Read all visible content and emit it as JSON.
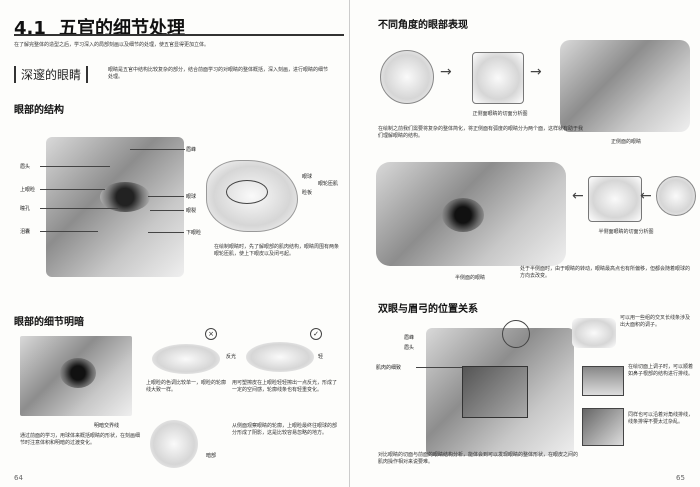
{
  "left": {
    "section_number": "4.1",
    "section_title": "五官的细节处理",
    "intro": "在了解完整体的造型之后，学习深入的局部刻画以及细节的处理，使五官显得更加立体。",
    "deep_eye_title": "深邃的眼睛",
    "deep_eye_text": "眼睛是五官中结构比较复杂的部分，结合前面学习的对眼睛的整体概括，深入刻画，进行眼睛的细节处理。",
    "structure_title": "眼部的结构",
    "structure_labels": [
      "眉峰",
      "眉头",
      "上眼睑",
      "瞳孔",
      "泪囊",
      "眼球",
      "眼裂",
      "下眼睑"
    ],
    "side_labels": [
      "眼球",
      "眼轮匝肌",
      "睑板"
    ],
    "side_text": "在绘制眼睛时，先了解眼部的肌肉结构，眼睛周围有两条眼轮匝肌，使上下眼皮以及闭弓起。",
    "detail_title": "眼部的细节明暗",
    "detail_labels": [
      "明暗交界线",
      "反光",
      "轻",
      "暗部"
    ],
    "detail_text_1": "通过前面的学习，用球体来概括眼睛的形状，在刻画细节时注意体积和明暗的过渡变化。",
    "detail_text_2": "上眼睑的色调比较单一，眼睑的轮廓线大致一样。",
    "detail_text_3": "用可塑擦皮在上眼睑轻轻擦出一点反光，形成了一定的空间感，轮廓线条也有轻重变化。",
    "detail_text_4": "从侧面观察眼睛的轮廓，上眼睑最终往眼球的部分形成了阴影，这是比较容易忽略的地方。",
    "page_number": "64"
  },
  "right": {
    "angles_title": "不同角度的眼部表现",
    "angles_caption_1": "正侧面眼睛的切面分析图",
    "angles_text_1": "在绘制之前我们需要将复杂的整体简化，将正侧面有弧度的眼睛分为两个面，这样就有助于我们理解眼睛的结构。",
    "angles_caption_2": "正侧面的眼睛",
    "angles_caption_3": "半侧面眼睛的切面分析图",
    "angles_caption_4": "半侧面的眼睛",
    "angles_text_2": "处于半侧面时，由于眼睛的转动，眼睛最高点也有所偏移，但都会随着眼球的方向去改变。",
    "brow_title": "双眼与眉弓的位置关系",
    "brow_labels": [
      "眉峰",
      "眉头",
      "肌肉的细致"
    ],
    "brow_note_1": "可以用一些组的交叉长线条涉及出大面积的调子。",
    "brow_note_2": "在绘切面上调子时，可以顺着如鼻子根部的结构进行排线。",
    "brow_note_3": "同样也可以沿着对角线排线，线条排得不要太过杂乱。",
    "brow_text": "对比眼睛的切面与前面的眼睛结构分析，能体会到可以发现眼睛的整体形状，在眼皮之间的肌肉操作相对来说要难。",
    "page_number": "65"
  }
}
